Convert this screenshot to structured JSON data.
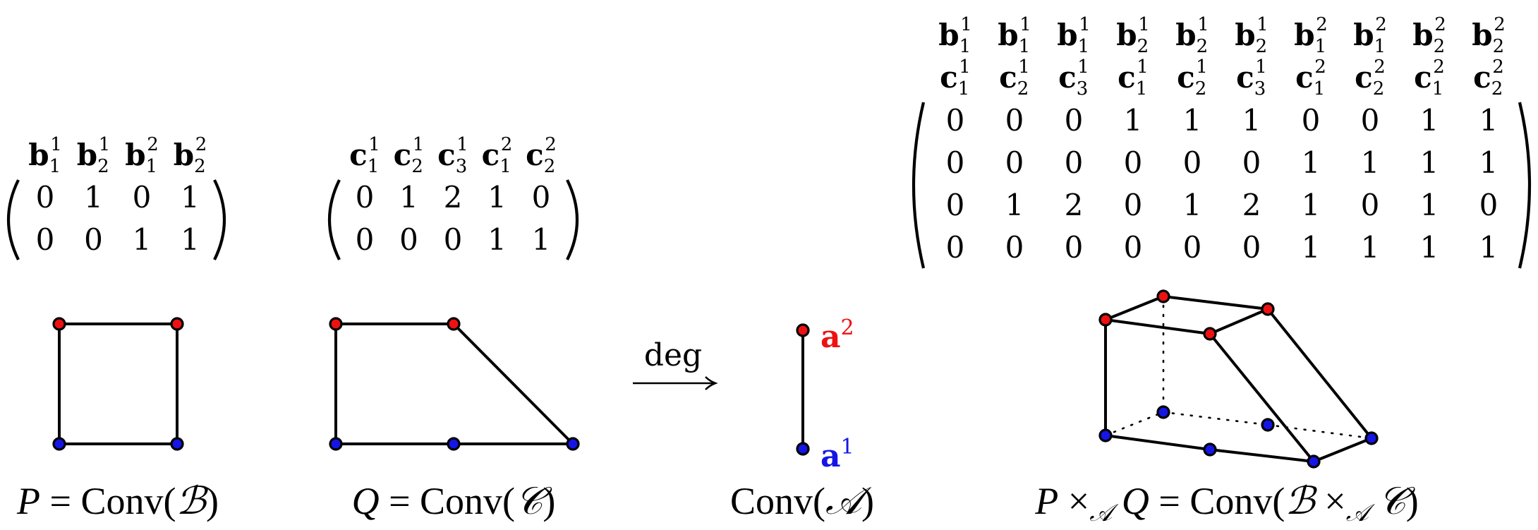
{
  "matrices": {
    "B": {
      "headers": [
        [
          "b",
          "1",
          "1"
        ],
        [
          "b",
          "2",
          "1"
        ],
        [
          "b",
          "1",
          "2"
        ],
        [
          "b",
          "2",
          "2"
        ]
      ],
      "rows": [
        [
          "0",
          "1",
          "0",
          "1"
        ],
        [
          "0",
          "0",
          "1",
          "1"
        ]
      ]
    },
    "C": {
      "headers": [
        [
          "c",
          "1",
          "1"
        ],
        [
          "c",
          "2",
          "1"
        ],
        [
          "c",
          "3",
          "1"
        ],
        [
          "c",
          "1",
          "2"
        ],
        [
          "c",
          "2",
          "2"
        ]
      ],
      "rows": [
        [
          "0",
          "1",
          "2",
          "1",
          "0"
        ],
        [
          "0",
          "0",
          "0",
          "1",
          "1"
        ]
      ]
    },
    "product": {
      "headers_b": [
        [
          "b",
          "1",
          "1"
        ],
        [
          "b",
          "1",
          "1"
        ],
        [
          "b",
          "1",
          "1"
        ],
        [
          "b",
          "2",
          "1"
        ],
        [
          "b",
          "2",
          "1"
        ],
        [
          "b",
          "2",
          "1"
        ],
        [
          "b",
          "1",
          "2"
        ],
        [
          "b",
          "1",
          "2"
        ],
        [
          "b",
          "2",
          "2"
        ],
        [
          "b",
          "2",
          "2"
        ]
      ],
      "headers_c": [
        [
          "c",
          "1",
          "1"
        ],
        [
          "c",
          "2",
          "1"
        ],
        [
          "c",
          "3",
          "1"
        ],
        [
          "c",
          "1",
          "1"
        ],
        [
          "c",
          "2",
          "1"
        ],
        [
          "c",
          "3",
          "1"
        ],
        [
          "c",
          "1",
          "2"
        ],
        [
          "c",
          "2",
          "2"
        ],
        [
          "c",
          "1",
          "2"
        ],
        [
          "c",
          "2",
          "2"
        ]
      ],
      "rows": [
        [
          "0",
          "0",
          "0",
          "1",
          "1",
          "1",
          "0",
          "0",
          "1",
          "1"
        ],
        [
          "0",
          "0",
          "0",
          "0",
          "0",
          "0",
          "1",
          "1",
          "1",
          "1"
        ],
        [
          "0",
          "1",
          "2",
          "0",
          "1",
          "2",
          "1",
          "0",
          "1",
          "0"
        ],
        [
          "0",
          "0",
          "0",
          "0",
          "0",
          "0",
          "1",
          "1",
          "1",
          "1"
        ]
      ]
    }
  },
  "arrow": {
    "label": "deg"
  },
  "segment_labels": {
    "top": {
      "base": "a",
      "sup": "2"
    },
    "bottom": {
      "base": "a",
      "sup": "1"
    }
  },
  "captions": {
    "P": [
      "P",
      " = Conv(",
      "ℬ",
      ")"
    ],
    "Q": [
      "Q",
      " = Conv(",
      "𝒞",
      ")"
    ],
    "A": [
      "Conv(",
      "𝒜",
      ")"
    ],
    "PQ": [
      "P",
      " ×",
      "𝒜",
      " ",
      "Q",
      " = Conv(",
      "ℬ",
      " ×",
      "𝒜",
      " ",
      "𝒞",
      ")"
    ]
  },
  "colors": {
    "red": "#ee1111",
    "blue": "#1515e6",
    "line": "#000000"
  }
}
